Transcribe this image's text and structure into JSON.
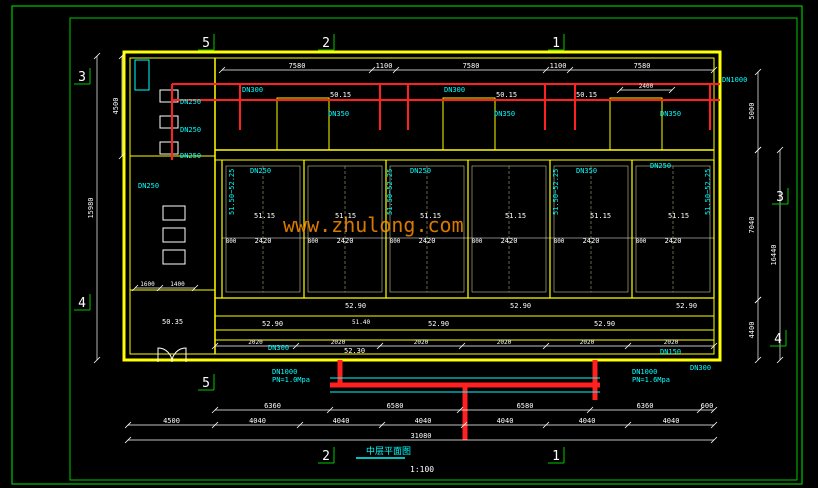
{
  "colors": {
    "background": "#000000",
    "frame": "#00c800",
    "wall": "#ffff00",
    "dim": "#ffffff",
    "pipe_text": "#00ffff",
    "pipe": "#ff2020",
    "watermark": "#ff8c00",
    "tank_line": "#c8c896"
  },
  "axes": {
    "top_left": "5",
    "top_mid": "2",
    "top_right": "1",
    "left_top": "3",
    "left_bottom": "4",
    "right_top": "3",
    "right_bottom": "4",
    "bottom_left": "5",
    "bottom_mid": "2",
    "bottom_right": "1"
  },
  "dims": {
    "top": [
      "7580",
      "1100",
      "7580",
      "1100",
      "7580"
    ],
    "bottom_row1": [
      "6360",
      "6580",
      "6580",
      "6360",
      "600"
    ],
    "bottom_row2": [
      "4500",
      "4040",
      "4040",
      "4040",
      "4040",
      "4040",
      "4040"
    ],
    "bottom_total": "31080",
    "left_total": "15980",
    "left_upper": "4500",
    "right_a": "5000",
    "right_b": "16440",
    "right_c": "7040",
    "right_d": "4400",
    "inner_2420": "2420",
    "inner_800": "800",
    "low_2020": "2020",
    "left_1600": "1600",
    "left_1400": "1400",
    "sub_2400": "2400"
  },
  "levels": {
    "lv_50_15": "50.15",
    "lv_51_15": "51.15",
    "lv_52_90": "52.90",
    "lv_52_30": "52.30",
    "lv_50_35": "50.35",
    "lv_51_40": "51.40",
    "lv_range": "51.50~52.25"
  },
  "pipes": {
    "dn300": "DN300",
    "dn250": "DN250",
    "dn350": "DN350",
    "dn1000": "DN1000",
    "dn150": "DN150",
    "pn1": "PN=1.0Mpa",
    "pn2": "PN=1.6Mpa"
  },
  "title": {
    "plan_name": "中层平面图",
    "scale": "1:100"
  },
  "watermark": "www.zhulong.com"
}
